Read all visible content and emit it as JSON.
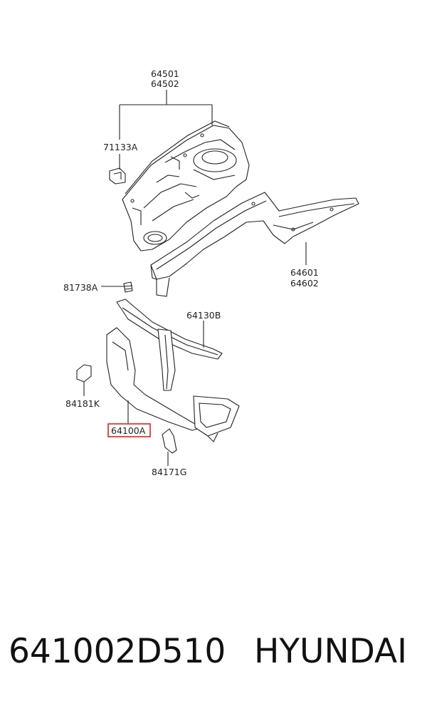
{
  "labels": {
    "l64501": "64501",
    "l64502": "64502",
    "l71133A": "71133A",
    "l64601": "64601",
    "l64602": "64602",
    "l81738A": "81738A",
    "l64130B": "64130B",
    "l84181K": "84181K",
    "l64100A": "64100A",
    "l84171G": "84171G"
  },
  "highlight_color": "#e02020",
  "footer": {
    "part_number": "641002D510",
    "brand": "HYUNDAI"
  }
}
